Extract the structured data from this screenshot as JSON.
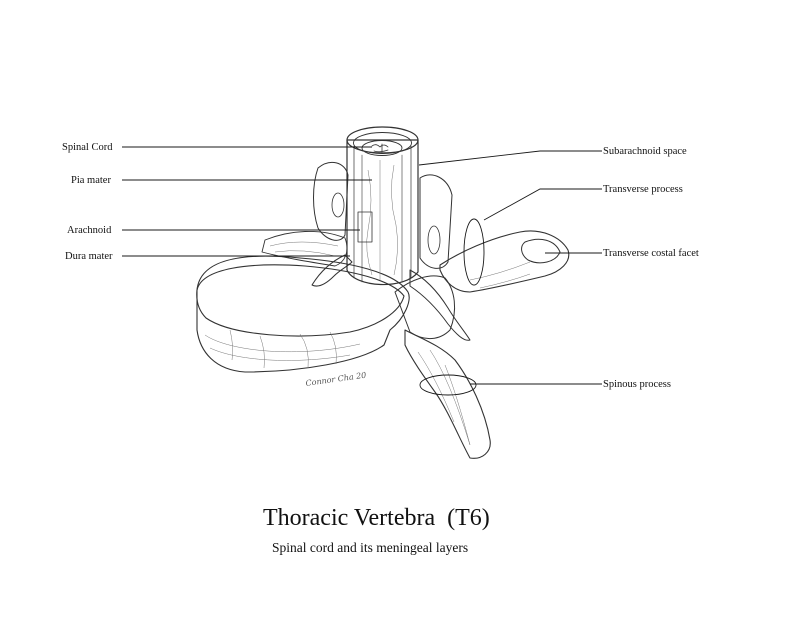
{
  "title": "Thoracic Vertebra  (T6)",
  "subtitle": "Spinal cord and its meningeal layers",
  "signature": "Connor Cha 20",
  "labels": {
    "spinal_cord": "Spinal Cord",
    "pia_mater": "Pia mater",
    "arachnoid": "Arachnoid",
    "dura_mater": "Dura mater",
    "subarachnoid_space": "Subarachnoid space",
    "transverse_process": "Transverse process",
    "transverse_costal_facet": "Transverse costal facet",
    "spinous_process": "Spinous process"
  }
}
